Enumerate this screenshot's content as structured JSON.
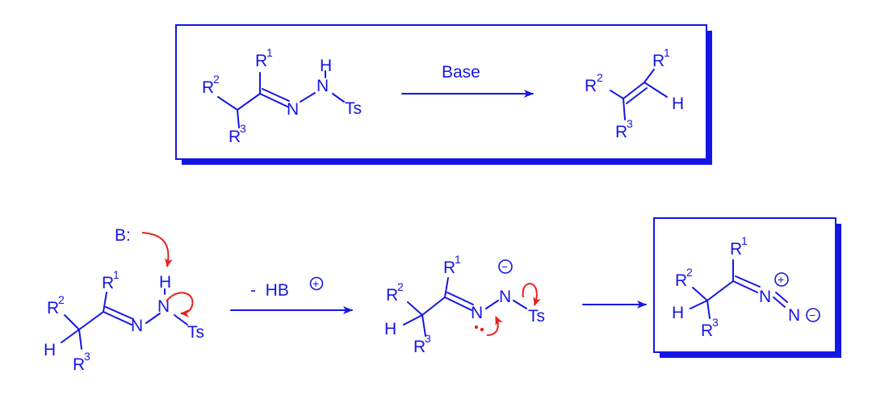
{
  "top_scheme": {
    "reactant": {
      "R1": "R",
      "R1_sup": "1",
      "R2": "R",
      "R2_sup": "2",
      "R3": "R",
      "R3_sup": "3",
      "H": "H",
      "N1": "N",
      "N2": "N",
      "Ts": "Ts"
    },
    "reagent": "Base",
    "product": {
      "R1": "R",
      "R1_sup": "1",
      "R2": "R",
      "R2_sup": "2",
      "R3": "R",
      "R3_sup": "3",
      "H": "H"
    }
  },
  "mechanism": {
    "base": "B:",
    "step1_reactant": {
      "R1": "R",
      "R1_sup": "1",
      "R2": "R",
      "R2_sup": "2",
      "R3": "R",
      "R3_sup": "3",
      "H_top": "H",
      "H_left": "H",
      "N1": "N",
      "N2": "N",
      "Ts": "Ts"
    },
    "step1_byproduct": "-  HB",
    "step1_byproduct_charge": "+",
    "intermediate": {
      "R1": "R",
      "R1_sup": "1",
      "R2": "R",
      "R2_sup": "2",
      "R3": "R",
      "R3_sup": "3",
      "H": "H",
      "N1": "N",
      "N2": "N",
      "Ts": "Ts",
      "charge": "−"
    },
    "product": {
      "R1": "R",
      "R1_sup": "1",
      "R2": "R",
      "R2_sup": "2",
      "R3": "R",
      "R3_sup": "3",
      "H": "H",
      "N1": "N",
      "N2": "N",
      "charge_pos": "+",
      "charge_neg": "−"
    }
  },
  "colors": {
    "structure": "#1515e6",
    "arrow_pushing": "#e62020",
    "background": "#ffffff"
  }
}
